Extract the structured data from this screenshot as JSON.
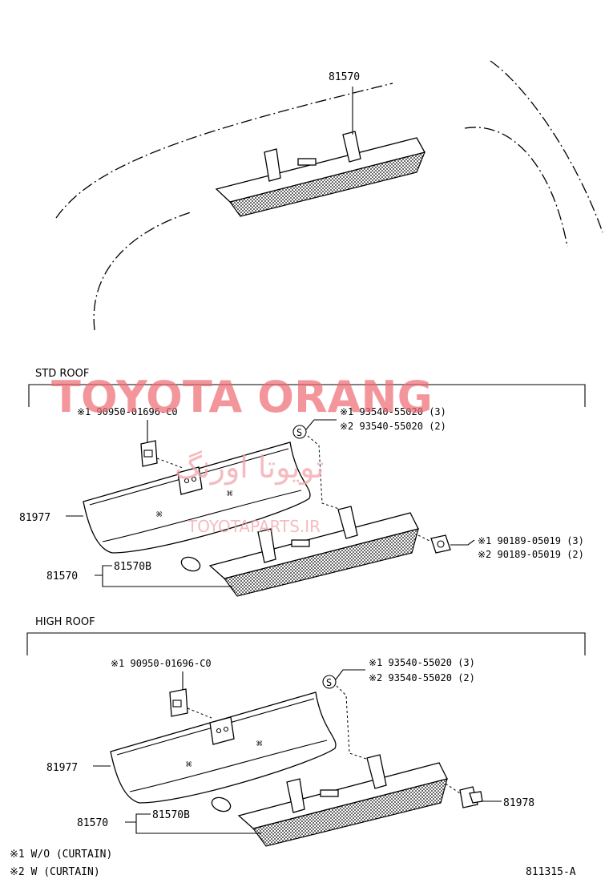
{
  "top": {
    "callout": "81570"
  },
  "std_roof": {
    "header": "STD ROOF",
    "clip_note": "※1 90950-01696-C0",
    "screw_note_1": "※1  93540-55020 (3)",
    "screw_note_2": "※2  93540-55020 (2)",
    "screw_symbol": "S",
    "nut_note_1": "※1  90189-05019 (3)",
    "nut_note_2": "※2  90189-05019 (2)",
    "cover_part": "81977",
    "lamp_assy": "81570",
    "bulb_part": "81570B"
  },
  "high_roof": {
    "header": "HIGH ROOF",
    "clip_note": "※1 90950-01696-C0",
    "screw_note_1": "※1   93540-55020 (3)",
    "screw_note_2": "※2   93540-55020 (2)",
    "screw_symbol": "S",
    "cover_part": "81977",
    "lamp_assy": "81570",
    "bulb_part": "81570B",
    "bracket_part": "81978"
  },
  "legend": {
    "note_1": "※1 W/O (CURTAIN)",
    "note_2": "※2    W (CURTAIN)"
  },
  "figure_id": "811315-A",
  "watermark": {
    "main": "TOYOTA ORANG",
    "arabic": "تويوتا اورنگ",
    "url": "TOYOTAPARTS.IR"
  }
}
